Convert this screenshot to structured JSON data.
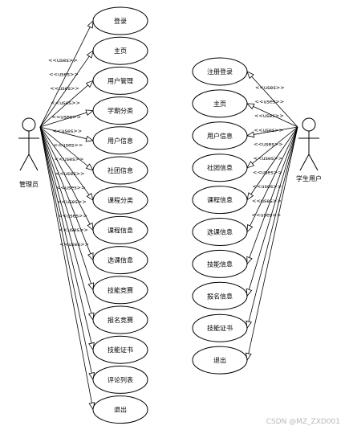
{
  "diagram": {
    "relation_label": "<<uses>>",
    "watermark": "CSDN @MZ_ZXD001",
    "actors": [
      {
        "id": "admin",
        "label": "管理员",
        "use_cases": [
          "登录",
          "主页",
          "用户管理",
          "学期分类",
          "用户信息",
          "社团信息",
          "课程分类",
          "课程信息",
          "选课信息",
          "技能竞赛",
          "报名竞赛",
          "技能证书",
          "评论列表",
          "退出"
        ]
      },
      {
        "id": "student",
        "label": "学生用户",
        "use_cases": [
          "注册登录",
          "主页",
          "用户信息",
          "社团信息",
          "课程信息",
          "选课信息",
          "技能信息",
          "报名信息",
          "技能证书",
          "退出"
        ]
      }
    ]
  }
}
